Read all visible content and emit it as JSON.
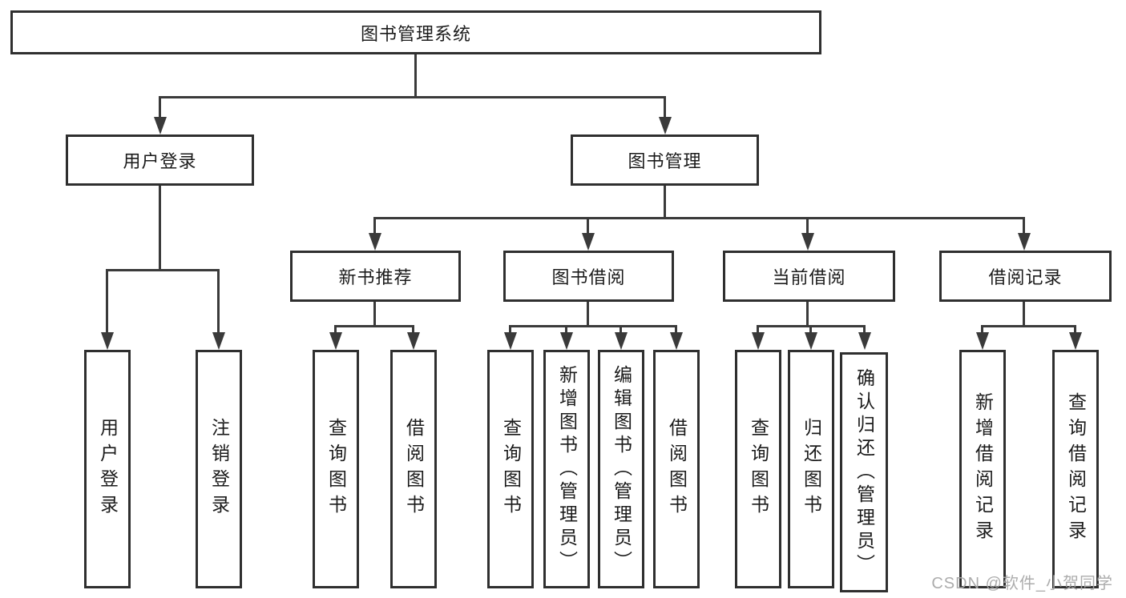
{
  "diagram": {
    "root": {
      "label": "图书管理系统"
    },
    "branches": [
      {
        "label": "用户登录",
        "children": [
          {
            "label": "用户登录"
          },
          {
            "label": "注销登录"
          }
        ]
      },
      {
        "label": "图书管理",
        "children": [
          {
            "label": "新书推荐",
            "children": [
              {
                "label": "查询图书"
              },
              {
                "label": "借阅图书"
              }
            ]
          },
          {
            "label": "图书借阅",
            "children": [
              {
                "label": "查询图书"
              },
              {
                "label": "新增图书（管理员）"
              },
              {
                "label": "编辑图书（管理员）"
              },
              {
                "label": "借阅图书"
              }
            ]
          },
          {
            "label": "当前借阅",
            "children": [
              {
                "label": "查询图书"
              },
              {
                "label": "归还图书"
              },
              {
                "label": "确认归还（管理员）"
              }
            ]
          },
          {
            "label": "借阅记录",
            "children": [
              {
                "label": "新增借阅记录"
              },
              {
                "label": "查询借阅记录"
              }
            ]
          }
        ]
      }
    ],
    "watermark": "CSDN @软件_小贺同学",
    "colors": {
      "line": "#3a3a3a",
      "box_border": "#2f2f2f",
      "text": "#1b1b1b",
      "background": "#ffffff",
      "watermark": "#a8a8a8"
    }
  }
}
